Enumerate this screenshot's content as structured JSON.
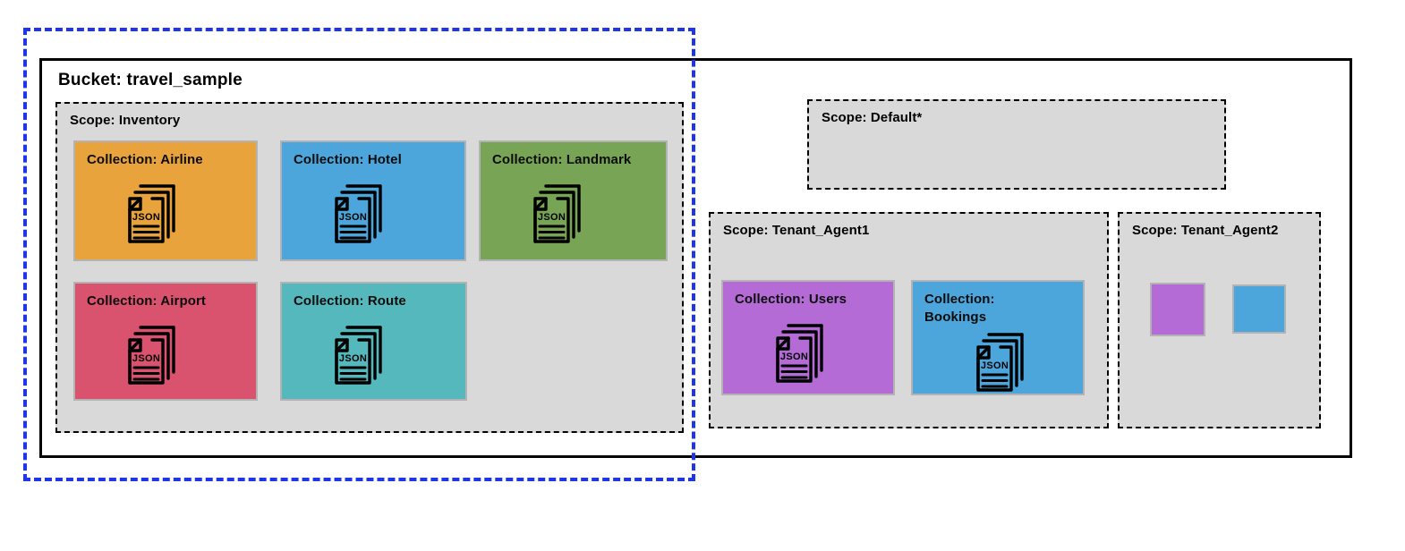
{
  "diagram": {
    "tenant_outline": {
      "name": "tenant-boundary-highlight",
      "color": "#1f35e8",
      "style": "dashed"
    },
    "bucket": {
      "title": "Bucket: travel_sample",
      "border_color": "#000000"
    },
    "scope_bg": "#d9d9d9",
    "card_border": "#b3b3b3",
    "icon_name": "json-documents-stack-icon",
    "icon_label": "JSON",
    "scopes": [
      {
        "id": "inventory",
        "title": "Scope: Inventory",
        "collections": [
          {
            "id": "airline",
            "label": "Collection: Airline",
            "color": "#E8A33D",
            "has_icon": true
          },
          {
            "id": "hotel",
            "label": "Collection: Hotel",
            "color": "#4CA6DC",
            "has_icon": true
          },
          {
            "id": "landmark",
            "label": "Collection: Landmark",
            "color": "#77A455",
            "has_icon": true
          },
          {
            "id": "airport",
            "label": "Collection: Airport",
            "color": "#D9536F",
            "has_icon": true
          },
          {
            "id": "route",
            "label": "Collection: Route",
            "color": "#55B8BC",
            "has_icon": true
          }
        ]
      },
      {
        "id": "default",
        "title": "Scope: Default*",
        "collections": []
      },
      {
        "id": "tenant_agent1",
        "title": "Scope: Tenant_Agent1",
        "collections": [
          {
            "id": "users",
            "label": "Collection: Users",
            "color": "#B46BD6",
            "has_icon": true
          },
          {
            "id": "bookings",
            "label": "Collection:\nBookings",
            "color": "#4CA6DC",
            "has_icon": true
          }
        ]
      },
      {
        "id": "tenant_agent2",
        "title": "Scope: Tenant_Agent2",
        "collections": [
          {
            "id": "swatch_purple",
            "label": "",
            "color": "#B46BD6",
            "has_icon": false
          },
          {
            "id": "swatch_blue",
            "label": "",
            "color": "#4CA6DC",
            "has_icon": false
          }
        ]
      }
    ]
  }
}
